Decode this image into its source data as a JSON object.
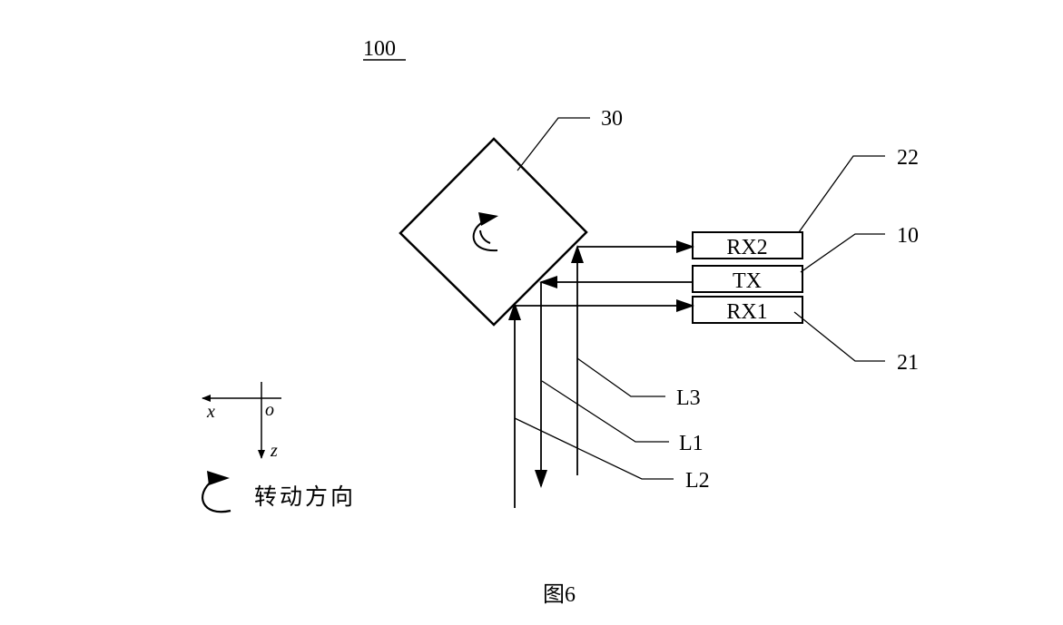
{
  "figure_ref": "100",
  "caption": "图6",
  "mirror": {
    "ref": "30"
  },
  "modules": [
    {
      "label": "RX2",
      "ref": "22"
    },
    {
      "label": "TX",
      "ref": "10"
    },
    {
      "label": "RX1",
      "ref": "21"
    }
  ],
  "beams": {
    "l1": "L1",
    "l2": "L2",
    "l3": "L3"
  },
  "axes": {
    "x": "x",
    "origin": "o",
    "z": "z"
  },
  "legend": {
    "rotation_label": "转动方向"
  }
}
